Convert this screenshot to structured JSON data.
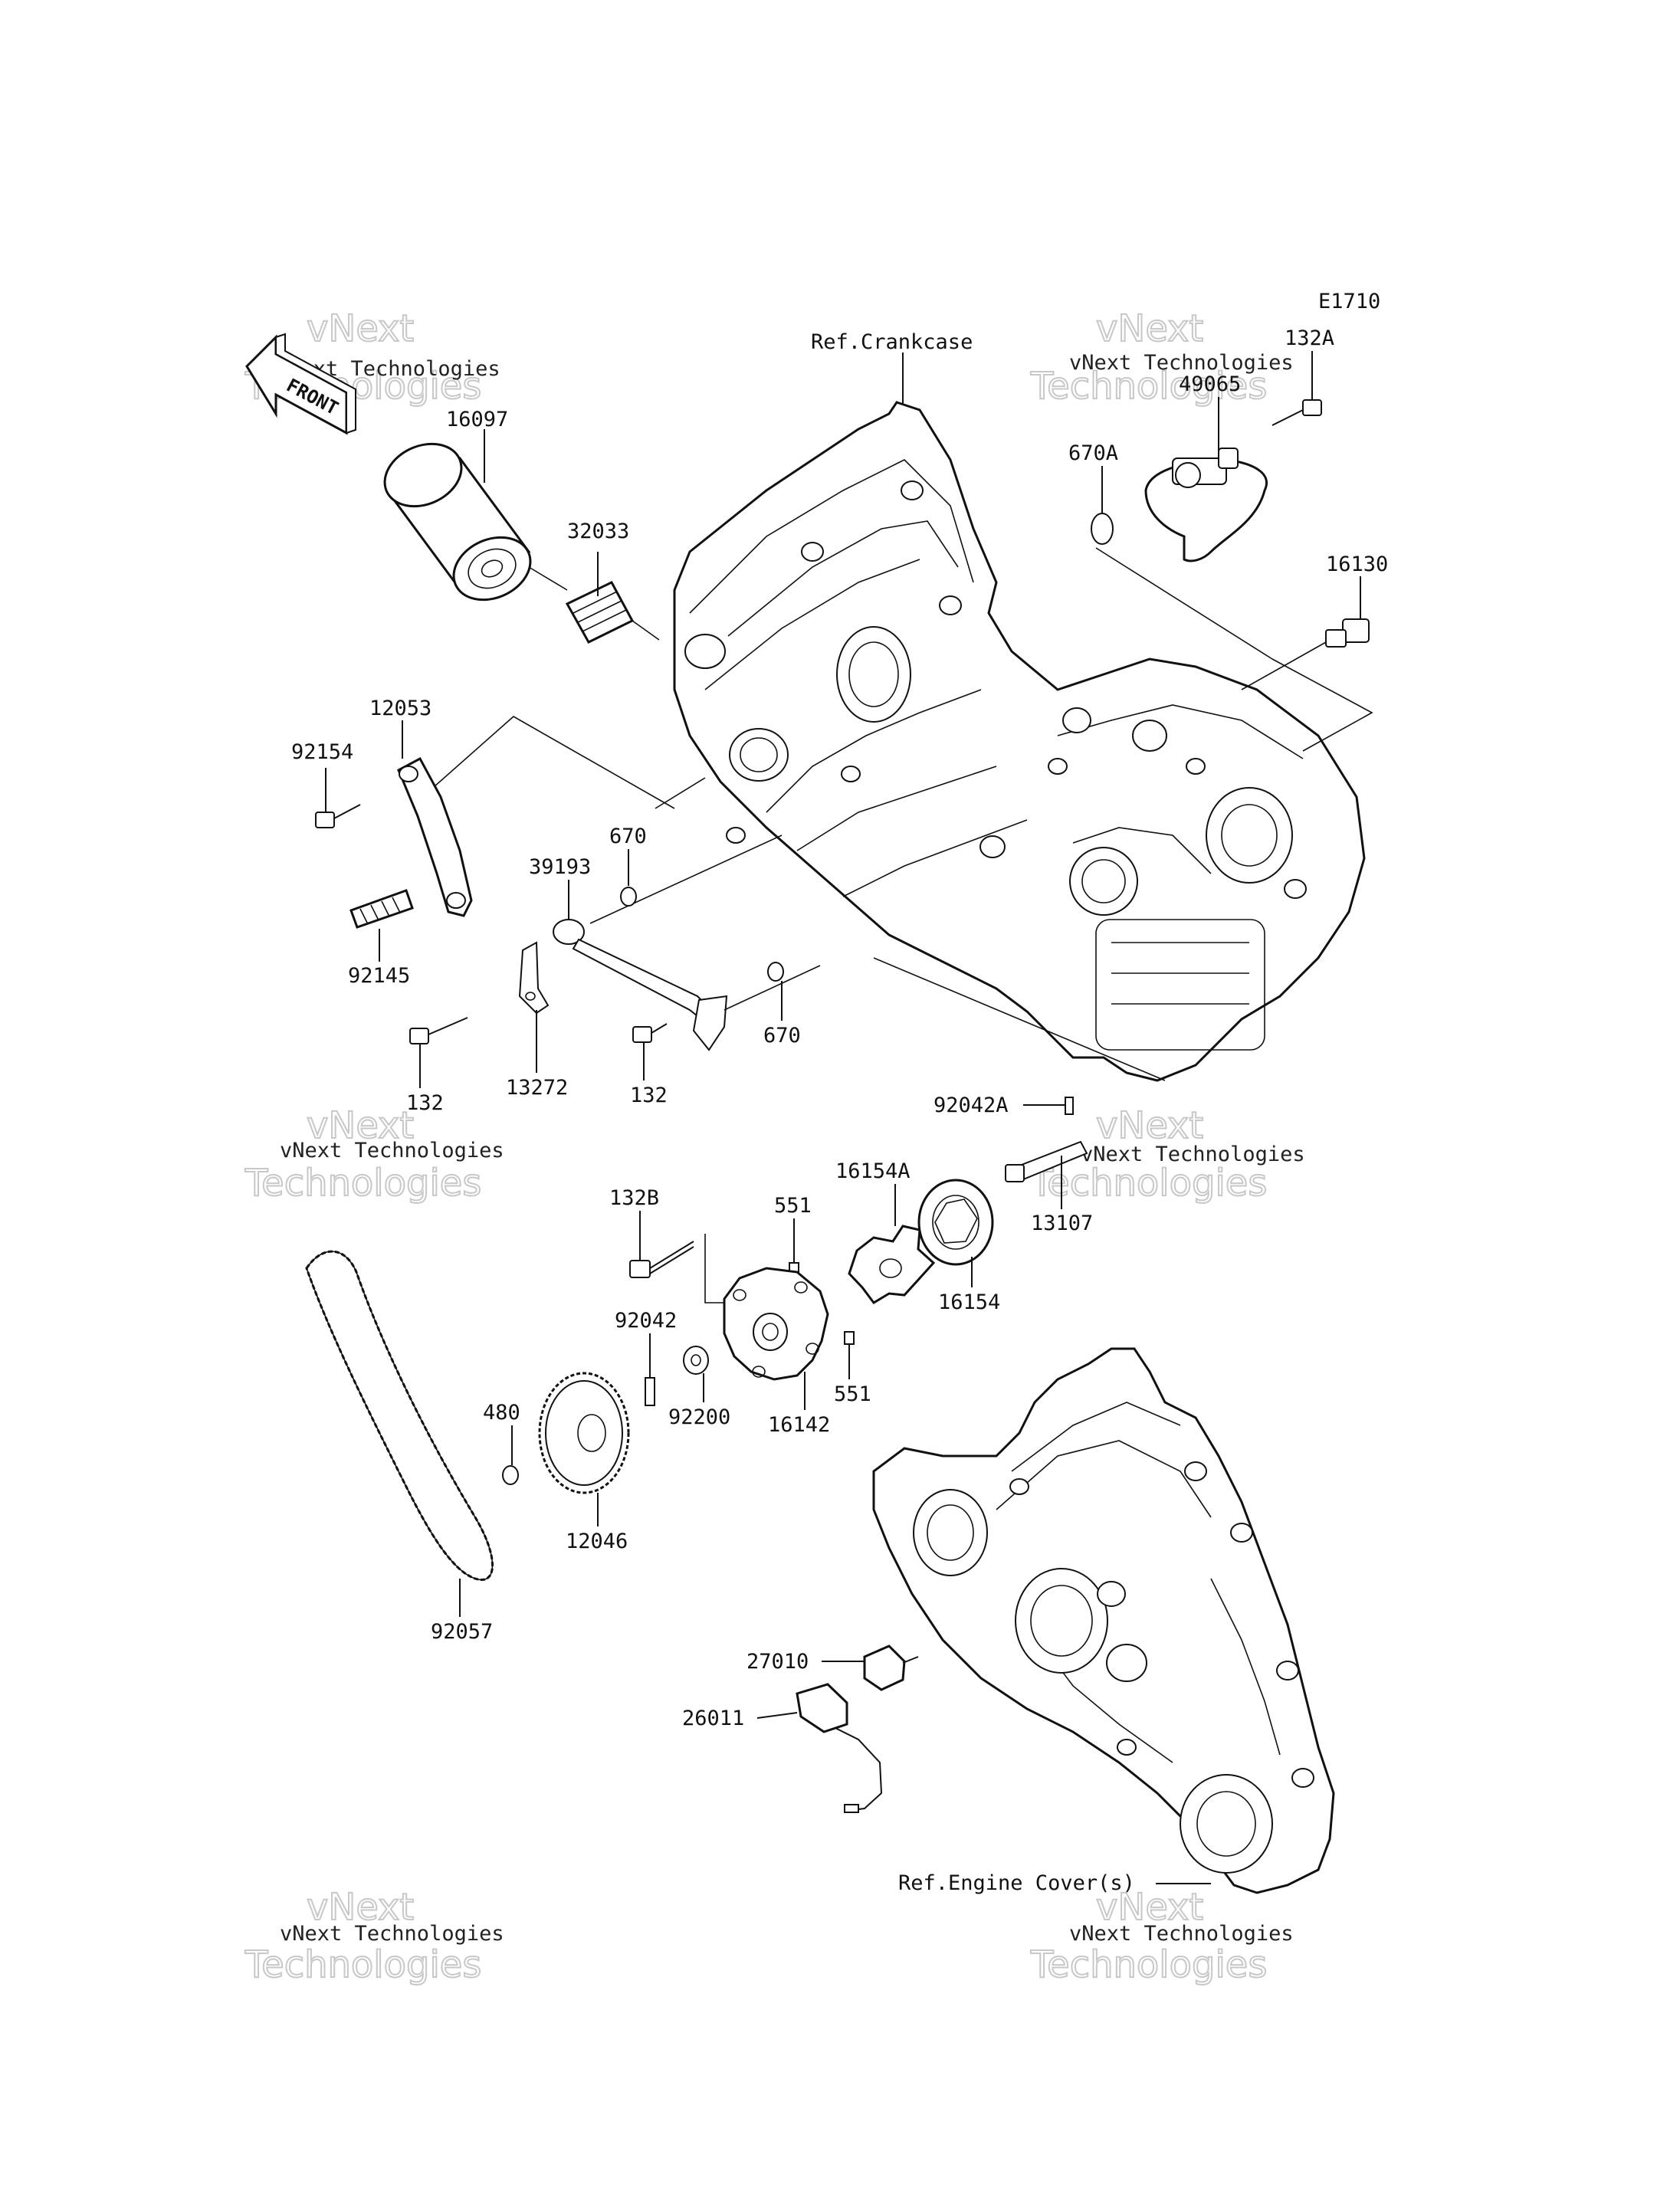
{
  "diagram": {
    "code": "E1710",
    "front_label": "FRONT",
    "refs": {
      "crankcase": "Ref.Crankcase",
      "engine_cover": "Ref.Engine Cover(s)"
    },
    "watermark": {
      "line1": "vNext",
      "line2": "Technologies",
      "full": "vNext Technologies"
    },
    "parts": {
      "p16097": "16097",
      "p32033": "32033",
      "p12053": "12053",
      "p92154": "92154",
      "p92145": "92145",
      "p39193": "39193",
      "p670_upper": "670",
      "p670_lower": "670",
      "p13272": "13272",
      "p132_left": "132",
      "p132_mid": "132",
      "p132A": "132A",
      "p49065": "49065",
      "p670A": "670A",
      "p16130": "16130",
      "p92042A": "92042A",
      "p13107": "13107",
      "p132B": "132B",
      "p551_upper": "551",
      "p551_lower": "551",
      "p16154A": "16154A",
      "p16154": "16154",
      "p92042": "92042",
      "p92200": "92200",
      "p16142": "16142",
      "p480": "480",
      "p12046": "12046",
      "p92057": "92057",
      "p27010": "27010",
      "p26011": "26011"
    }
  }
}
